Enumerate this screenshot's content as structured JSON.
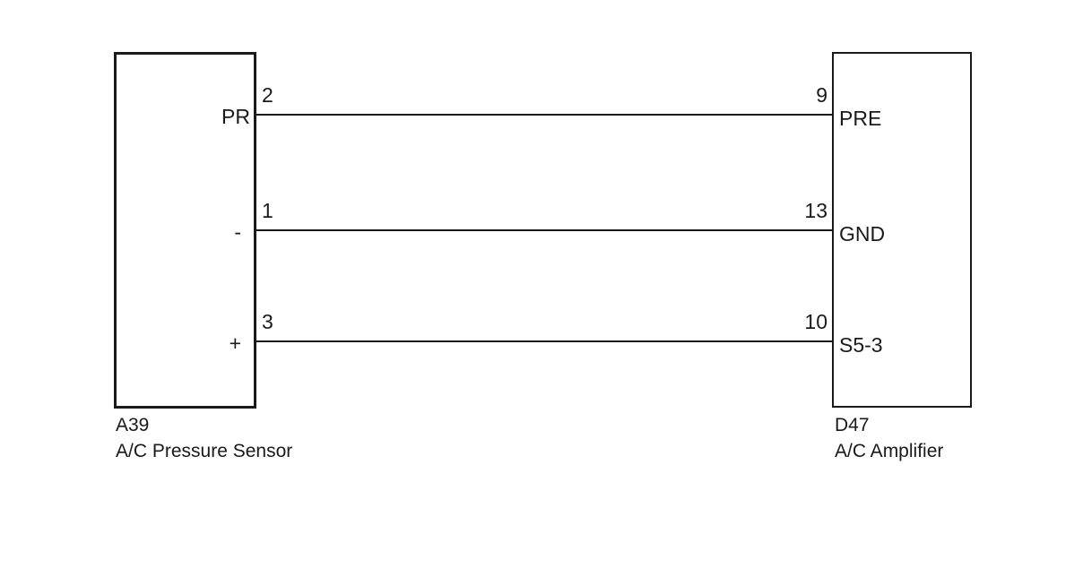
{
  "diagram": {
    "left_component": {
      "id": "A39",
      "name": "A/C Pressure Sensor",
      "pins": [
        {
          "number": "2",
          "terminal": "PR"
        },
        {
          "number": "1",
          "terminal": "-"
        },
        {
          "number": "3",
          "terminal": "+"
        }
      ]
    },
    "right_component": {
      "id": "D47",
      "name": "A/C Amplifier",
      "pins": [
        {
          "number": "9",
          "terminal": "PRE"
        },
        {
          "number": "13",
          "terminal": "GND"
        },
        {
          "number": "10",
          "terminal": "S5-3"
        }
      ]
    },
    "wires": [
      {
        "from_component": "A39",
        "from_pin": "2",
        "to_component": "D47",
        "to_pin": "9"
      },
      {
        "from_component": "A39",
        "from_pin": "1",
        "to_component": "D47",
        "to_pin": "13"
      },
      {
        "from_component": "A39",
        "from_pin": "3",
        "to_component": "D47",
        "to_pin": "10"
      }
    ],
    "colors": {
      "line": "#1a1a1a",
      "text": "#1a1a1a",
      "background": "#ffffff"
    }
  }
}
